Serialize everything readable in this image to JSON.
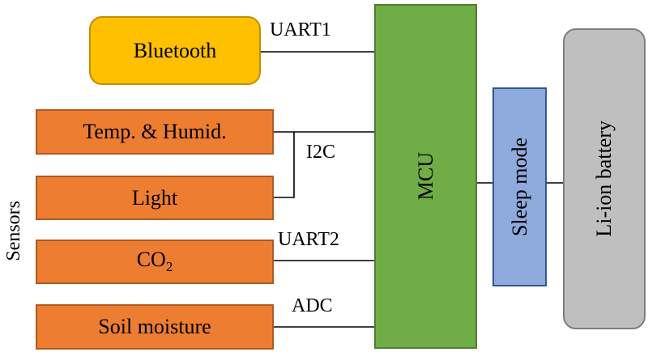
{
  "nodes": {
    "bluetooth": "Bluetooth",
    "temp_humid": "Temp. & Humid.",
    "light": "Light",
    "co2": "CO",
    "co2_sub": "2",
    "soil": "Soil moisture",
    "mcu": "MCU",
    "sleep": "Sleep mode",
    "battery": "Li-ion battery"
  },
  "group_label": "Sensors",
  "edge_labels": {
    "uart1": "UART1",
    "i2c": "I2C",
    "uart2": "UART2",
    "adc": "ADC"
  },
  "colors": {
    "sensor_fill": "#ed7d31",
    "bluetooth_fill": "#ffc000",
    "mcu_fill": "#70ad47",
    "sleep_fill": "#8faadc",
    "battery_fill": "#bfbfbf"
  }
}
